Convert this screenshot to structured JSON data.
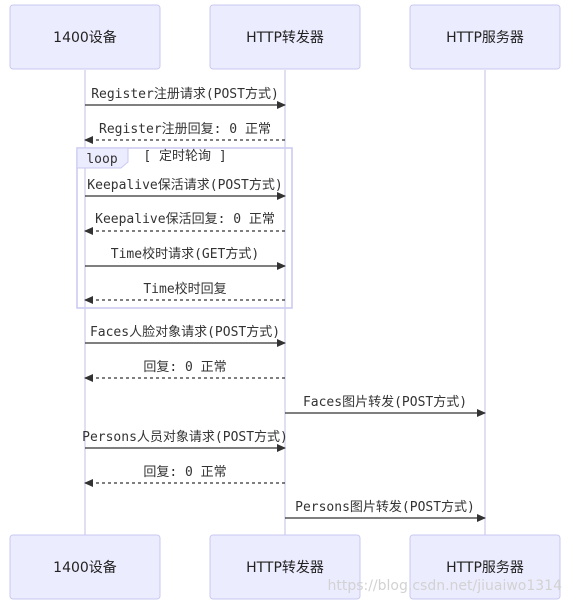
{
  "actors": [
    {
      "id": "device",
      "label": "1400设备"
    },
    {
      "id": "forwarder",
      "label": "HTTP转发器"
    },
    {
      "id": "server",
      "label": "HTTP服务器"
    }
  ],
  "loop": {
    "tag": "loop",
    "title": "[ 定时轮询 ]"
  },
  "messages": [
    {
      "from": "device",
      "to": "forwarder",
      "text": "Register注册请求(POST方式)",
      "style": "solid"
    },
    {
      "from": "forwarder",
      "to": "device",
      "text": "Register注册回复: 0 正常",
      "style": "dashed"
    },
    {
      "from": "device",
      "to": "forwarder",
      "text": "Keepalive保活请求(POST方式)",
      "style": "solid"
    },
    {
      "from": "forwarder",
      "to": "device",
      "text": "Keepalive保活回复: 0 正常",
      "style": "dashed"
    },
    {
      "from": "device",
      "to": "forwarder",
      "text": "Time校时请求(GET方式)",
      "style": "solid"
    },
    {
      "from": "forwarder",
      "to": "device",
      "text": "Time校时回复",
      "style": "dashed"
    },
    {
      "from": "device",
      "to": "forwarder",
      "text": "Faces人脸对象请求(POST方式)",
      "style": "solid"
    },
    {
      "from": "forwarder",
      "to": "device",
      "text": "回复: 0 正常",
      "style": "dashed"
    },
    {
      "from": "forwarder",
      "to": "server",
      "text": "Faces图片转发(POST方式)",
      "style": "solid"
    },
    {
      "from": "device",
      "to": "forwarder",
      "text": "Persons人员对象请求(POST方式)",
      "style": "solid"
    },
    {
      "from": "forwarder",
      "to": "device",
      "text": "回复: 0 正常",
      "style": "dashed"
    },
    {
      "from": "forwarder",
      "to": "server",
      "text": "Persons图片转发(POST方式)",
      "style": "solid"
    }
  ],
  "watermark": "https://blog.csdn.net/jiuaiwo1314"
}
